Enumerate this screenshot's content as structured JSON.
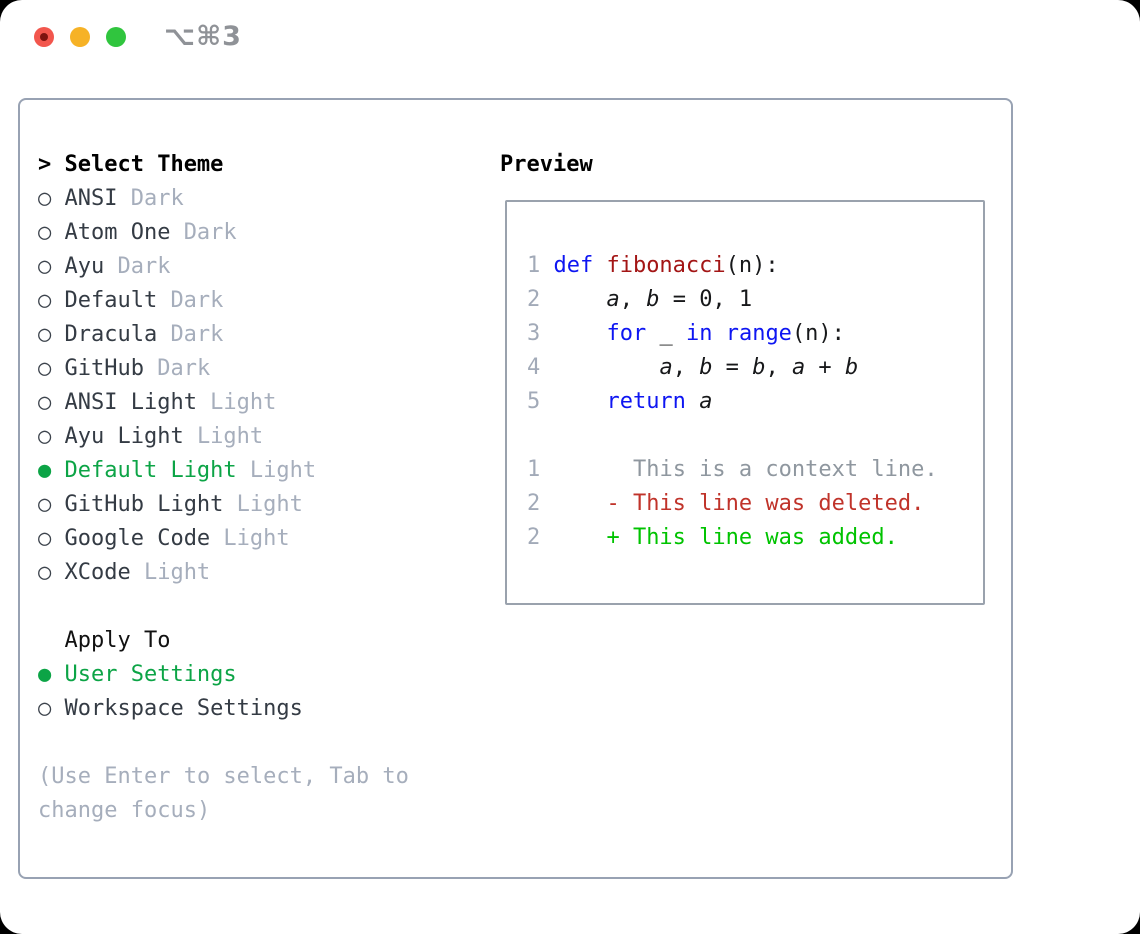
{
  "window": {
    "title": "⌥⌘3"
  },
  "traffic_lights": {
    "red": "#f2564d",
    "yellow": "#f6b226",
    "green": "#30c53e"
  },
  "theme_panel": {
    "header": {
      "prompt": ">",
      "label": "Select Theme"
    },
    "items": [
      {
        "marker": "○",
        "name": "ANSI",
        "badge": "Dark",
        "selected": false
      },
      {
        "marker": "○",
        "name": "Atom One",
        "badge": "Dark",
        "selected": false
      },
      {
        "marker": "○",
        "name": "Ayu",
        "badge": "Dark",
        "selected": false
      },
      {
        "marker": "○",
        "name": "Default",
        "badge": "Dark",
        "selected": false
      },
      {
        "marker": "○",
        "name": "Dracula",
        "badge": "Dark",
        "selected": false
      },
      {
        "marker": "○",
        "name": "GitHub",
        "badge": "Dark",
        "selected": false
      },
      {
        "marker": "○",
        "name": "ANSI Light",
        "badge": "Light",
        "selected": false
      },
      {
        "marker": "○",
        "name": "Ayu Light",
        "badge": "Light",
        "selected": false
      },
      {
        "marker": "●",
        "name": "Default Light",
        "badge": "Light",
        "selected": true
      },
      {
        "marker": "○",
        "name": "GitHub Light",
        "badge": "Light",
        "selected": false
      },
      {
        "marker": "○",
        "name": "Google Code",
        "badge": "Light",
        "selected": false
      },
      {
        "marker": "○",
        "name": "XCode",
        "badge": "Light",
        "selected": false
      }
    ],
    "apply_to": {
      "label": "Apply To",
      "options": [
        {
          "marker": "●",
          "name": "User Settings",
          "selected": true
        },
        {
          "marker": "○",
          "name": "Workspace Settings",
          "selected": false
        }
      ]
    },
    "help": "(Use Enter to select, Tab to change focus)"
  },
  "preview": {
    "label": "Preview",
    "code": [
      {
        "num": "1",
        "t0": "def ",
        "t1": "fibonacci",
        "t2": "(n):"
      },
      {
        "num": "2",
        "t0": "    ",
        "t1": "a",
        "t2": ", ",
        "t3": "b",
        "t4": " = 0, 1"
      },
      {
        "num": "3",
        "t0": "    ",
        "t1": "for",
        "t2": " _ ",
        "t3": "in",
        "t4": " ",
        "t5": "range",
        "t6": "(n):"
      },
      {
        "num": "4",
        "t0": "        ",
        "t1": "a",
        "t2": ", ",
        "t3": "b",
        "t4": " = ",
        "t5": "b",
        "t6": ", ",
        "t7": "a",
        "t8": " + ",
        "t9": "b"
      },
      {
        "num": "5",
        "t0": "    ",
        "t1": "return",
        "t2": " ",
        "t3": "a"
      }
    ],
    "diff": [
      {
        "num": "1",
        "t0": "      ",
        "t1": "This is a context line."
      },
      {
        "num": "2",
        "t0": "    ",
        "t1": "- This line was deleted."
      },
      {
        "num": "2",
        "t0": "    ",
        "t1": "+ This line was added."
      }
    ]
  },
  "colors": {
    "panel_border": "#98a2b3",
    "selected_green": "#0ca446",
    "keyword_blue": "#0e16f2",
    "function_red": "#a31515",
    "diff_deleted": "#c0332a",
    "diff_added": "#00c300",
    "muted_gray": "#a6aebc"
  }
}
